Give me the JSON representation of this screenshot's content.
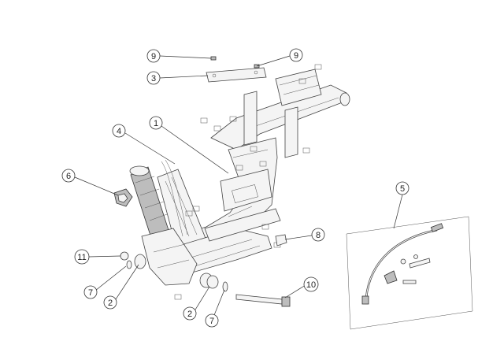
{
  "callouts": [
    {
      "id": "c9a",
      "label": "9"
    },
    {
      "id": "c9b",
      "label": "9"
    },
    {
      "id": "c3",
      "label": "3"
    },
    {
      "id": "c1",
      "label": "1"
    },
    {
      "id": "c4",
      "label": "4"
    },
    {
      "id": "c6",
      "label": "6"
    },
    {
      "id": "c5",
      "label": "5"
    },
    {
      "id": "c8",
      "label": "8"
    },
    {
      "id": "c11",
      "label": "11"
    },
    {
      "id": "c7a",
      "label": "7"
    },
    {
      "id": "c2a",
      "label": "2"
    },
    {
      "id": "c10",
      "label": "10"
    },
    {
      "id": "c2b",
      "label": "2"
    },
    {
      "id": "c7b",
      "label": "7"
    }
  ]
}
